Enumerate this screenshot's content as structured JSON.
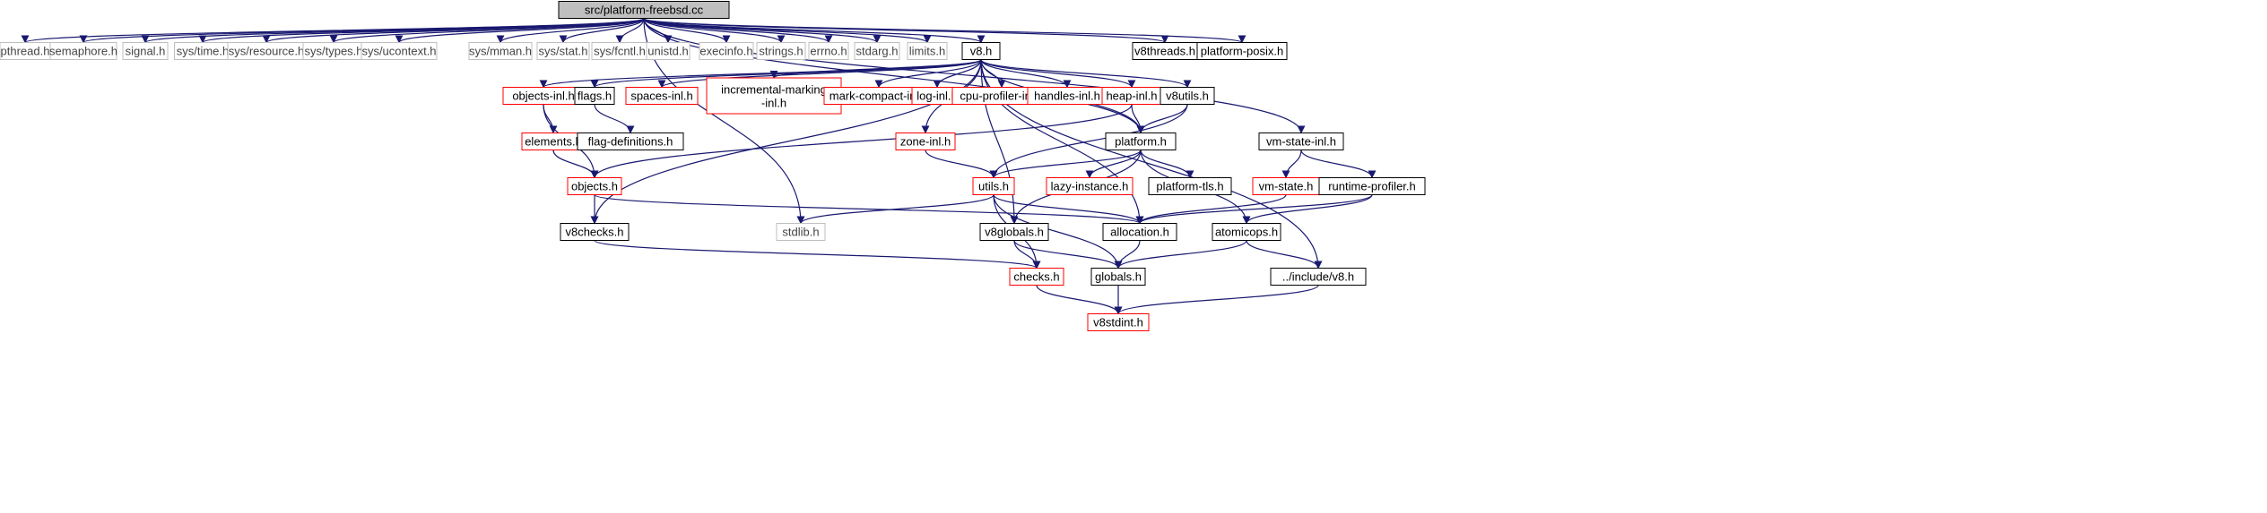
{
  "colors": {
    "edge": "#191970",
    "root_fill": "#bfbfbf",
    "black_border": "#000000",
    "gray_border": "#bfbfbf",
    "red_border": "#ff0000",
    "text_dark": "#000000",
    "text_gray": "#444444"
  },
  "nodes": {
    "root": "src/platform-freebsd.cc",
    "pthread": "pthread.h",
    "semaphore": "semaphore.h",
    "signal": "signal.h",
    "sys_time": "sys/time.h",
    "sys_resource": "sys/resource.h",
    "sys_types": "sys/types.h",
    "sys_ucontext": "sys/ucontext.h",
    "sys_mman": "sys/mman.h",
    "sys_stat": "sys/stat.h",
    "sys_fcntl": "sys/fcntl.h",
    "unistd": "unistd.h",
    "execinfo": "execinfo.h",
    "strings": "strings.h",
    "errno": "errno.h",
    "stdarg": "stdarg.h",
    "limits": "limits.h",
    "v8": "v8.h",
    "v8threads": "v8threads.h",
    "platform_posix": "platform-posix.h",
    "objects_inl": "objects-inl.h",
    "flags": "flags.h",
    "spaces_inl": "spaces-inl.h",
    "incremental_marking_l1": "incremental-marking",
    "incremental_marking_l2": "-inl.h",
    "mark_compact_inl": "mark-compact-inl.h",
    "log_inl": "log-inl.h",
    "cpu_profiler_inl": "cpu-profiler-inl.h",
    "handles_inl": "handles-inl.h",
    "heap_inl": "heap-inl.h",
    "v8utils": "v8utils.h",
    "elements": "elements.h",
    "flag_definitions": "flag-definitions.h",
    "zone_inl": "zone-inl.h",
    "platform": "platform.h",
    "vm_state_inl": "vm-state-inl.h",
    "objects": "objects.h",
    "utils": "utils.h",
    "lazy_instance": "lazy-instance.h",
    "platform_tls": "platform-tls.h",
    "vm_state": "vm-state.h",
    "runtime_profiler": "runtime-profiler.h",
    "v8checks": "v8checks.h",
    "stdlib": "stdlib.h",
    "v8globals": "v8globals.h",
    "allocation": "allocation.h",
    "atomicops": "atomicops.h",
    "checks": "checks.h",
    "globals": "globals.h",
    "include_v8": "../include/v8.h",
    "v8stdint": "v8stdint.h"
  }
}
